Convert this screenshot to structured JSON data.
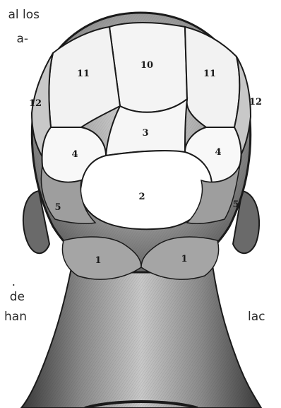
{
  "text_fragments": {
    "frag1": "al los",
    "frag2": "a-",
    "frag3": ".",
    "frag4": "de",
    "frag5": "han",
    "frag6": "lac"
  },
  "regions": {
    "r10": "10",
    "r11_left": "11",
    "r11_right": "11",
    "r12_left": "12",
    "r12_right": "12",
    "r3": "3",
    "r4_left": "4",
    "r4_right": "4",
    "r2": "2",
    "r5_left": "5",
    "r5_right": "5",
    "r1_left": "1",
    "r1_right": "1"
  }
}
